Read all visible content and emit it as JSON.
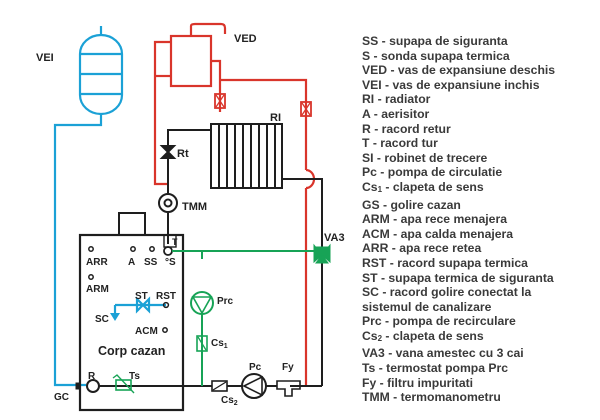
{
  "diagram": {
    "title": "Schema instalatie incalzire cu cazan",
    "colors": {
      "red": "#d9352b",
      "blue": "#1ba1d6",
      "green": "#17a356",
      "black": "#1e1e1e",
      "text": "#3a3a3a"
    },
    "labels": {
      "vei": "VEI",
      "ved": "VED",
      "ri": "RI",
      "rt": "Rt",
      "tmm": "TMM",
      "va3": "VA3",
      "t": "T",
      "arr": "ARR",
      "a": "A",
      "ss": "SS",
      "s": "°S",
      "arm": "ARM",
      "st": "ST",
      "rst": "RST",
      "sc": "SC",
      "acm": "ACM",
      "corp_cazan": "Corp cazan",
      "r": "R",
      "ts": "Ts",
      "gc": "GC",
      "prc": "Prc",
      "cs1": "Cs",
      "cs1_sub": "1",
      "pc": "Pc",
      "fy": "Fy",
      "cs2": "Cs",
      "cs2_sub": "2"
    }
  },
  "legend": [
    {
      "abbr": "SS",
      "sub": "",
      "text": " - supapa de siguranta"
    },
    {
      "abbr": "S",
      "sub": "",
      "text": " - sonda supapa termica"
    },
    {
      "abbr": "VED",
      "sub": "",
      "text": " - vas de expansiune deschis"
    },
    {
      "abbr": "VEI",
      "sub": "",
      "text": " - vas de expansiune inchis"
    },
    {
      "abbr": "RI",
      "sub": "",
      "text": " - radiator"
    },
    {
      "abbr": "A",
      "sub": "",
      "text": " - aerisitor"
    },
    {
      "abbr": "R",
      "sub": "",
      "text": " - racord retur"
    },
    {
      "abbr": "T",
      "sub": "",
      "text": " - racord tur"
    },
    {
      "abbr": "SI",
      "sub": "",
      "text": " - robinet de trecere"
    },
    {
      "abbr": "Pc",
      "sub": "",
      "text": " - pompa de circulatie"
    },
    {
      "abbr": "Cs",
      "sub": "1",
      "text": " - clapeta de sens"
    },
    {
      "abbr": "GS",
      "sub": "",
      "text": " - golire cazan"
    },
    {
      "abbr": "ARM",
      "sub": "",
      "text": " - apa rece menajera"
    },
    {
      "abbr": "ACM",
      "sub": "",
      "text": " - apa calda menajera"
    },
    {
      "abbr": "ARR",
      "sub": "",
      "text": " - apa rece retea"
    },
    {
      "abbr": "RST",
      "sub": "",
      "text": " - racord supapa termica"
    },
    {
      "abbr": "ST",
      "sub": "",
      "text": " - supapa termica de siguranta"
    },
    {
      "abbr": "SC",
      "sub": "",
      "text": " - racord golire conectat la"
    },
    {
      "abbr": "",
      "sub": "",
      "text": "sistemul de canalizare"
    },
    {
      "abbr": "Prc",
      "sub": "",
      "text": " - pompa de recirculare"
    },
    {
      "abbr": "Cs",
      "sub": "2",
      "text": " - clapeta de sens"
    },
    {
      "abbr": "VA3",
      "sub": "",
      "text": " - vana amestec cu 3 cai"
    },
    {
      "abbr": "Ts",
      "sub": "",
      "text": " - termostat pompa Prc"
    },
    {
      "abbr": "Fy",
      "sub": "",
      "text": " - filtru impuritati"
    },
    {
      "abbr": "TMM",
      "sub": "",
      "text": " - termomanometru"
    }
  ]
}
